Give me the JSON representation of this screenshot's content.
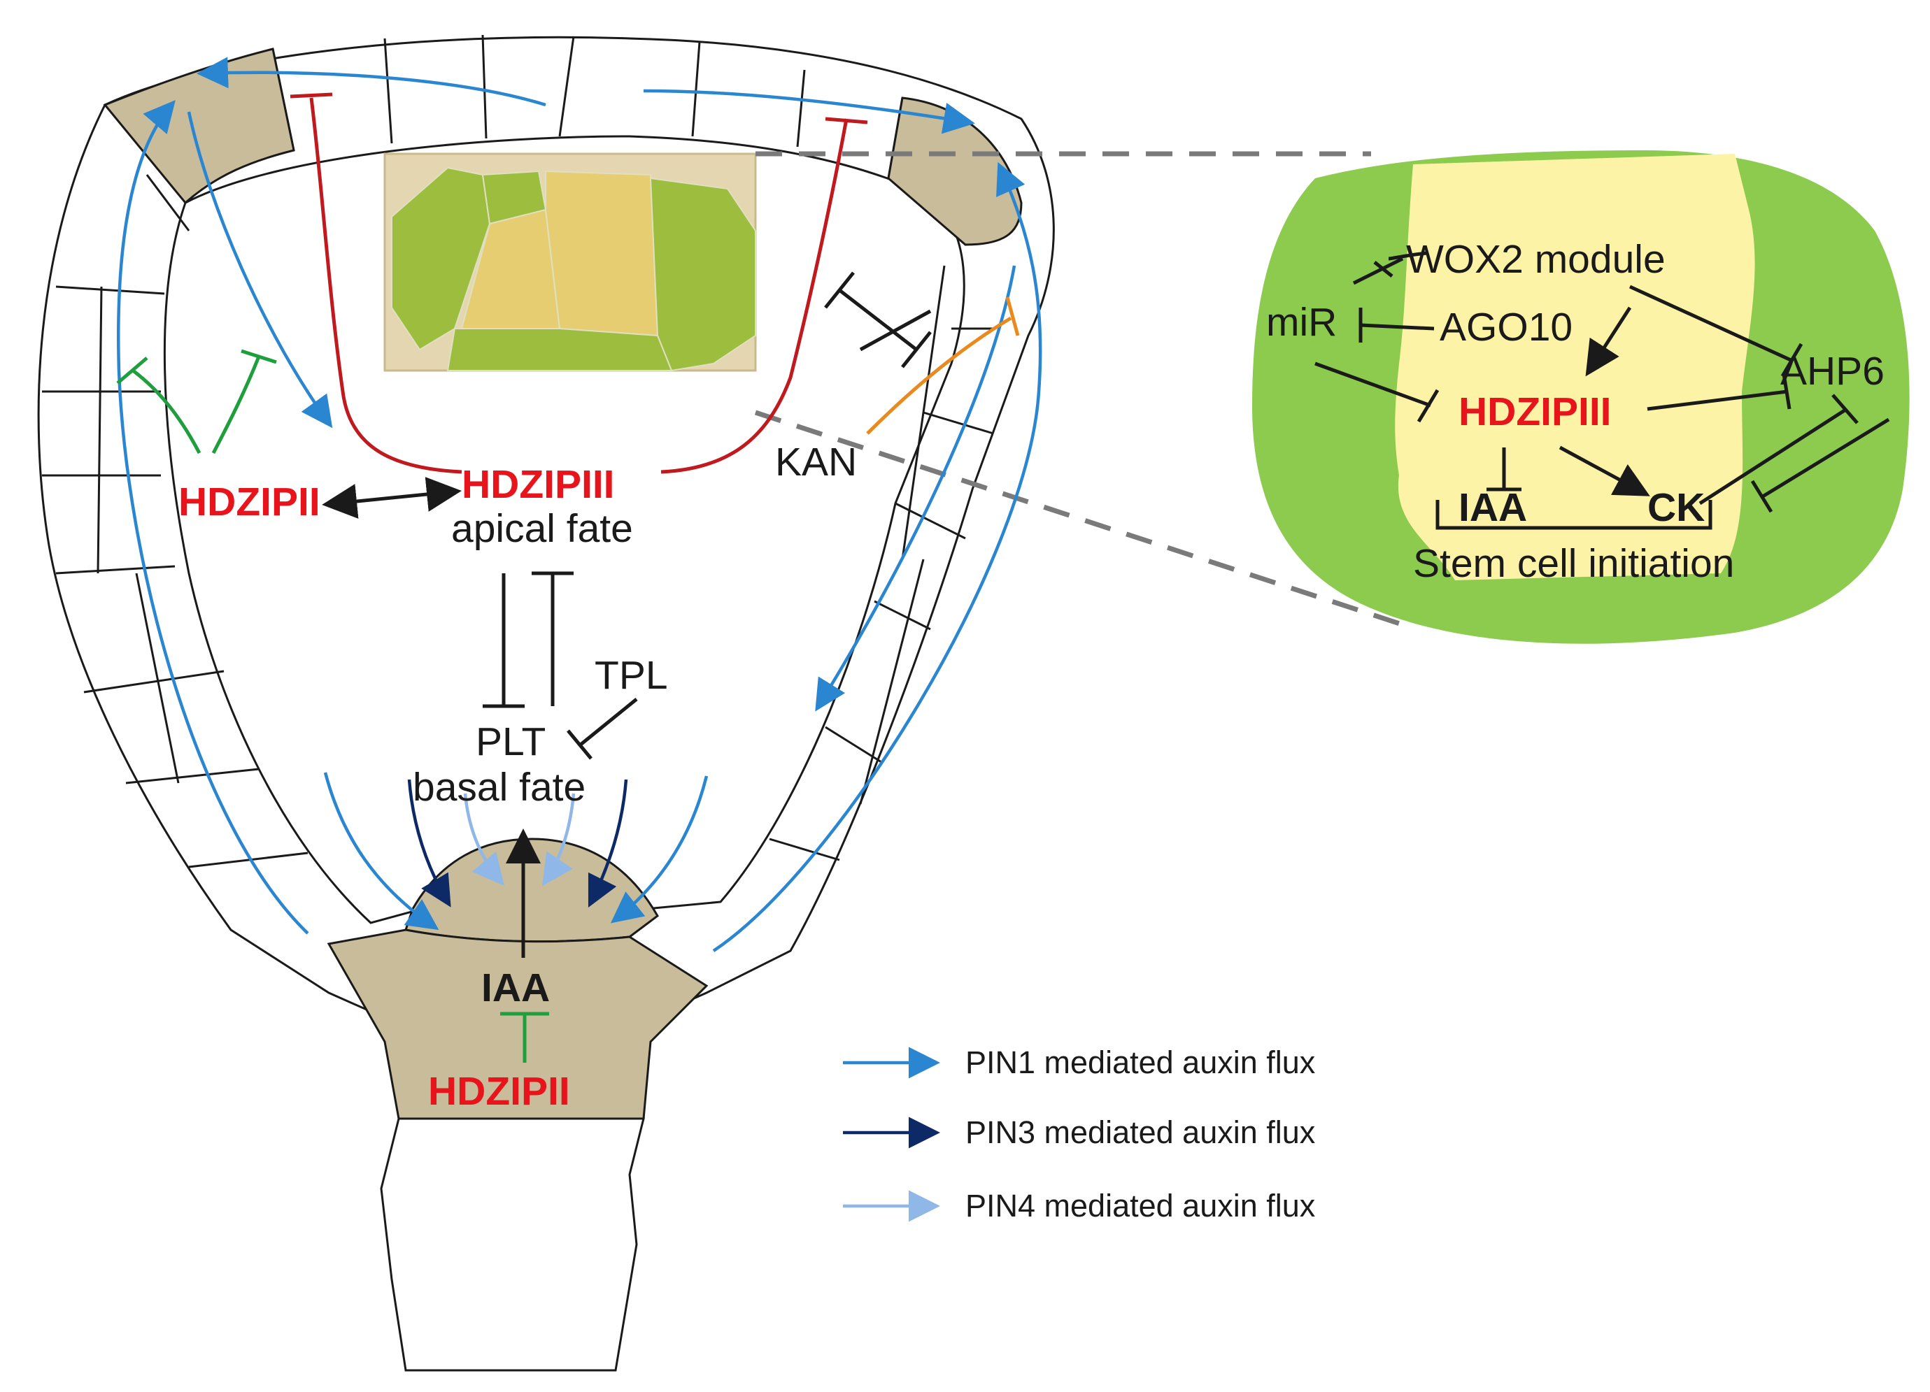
{
  "labels": {
    "hdzipii_left": "HDZIPII",
    "hdzipiii_center": "HDZIPIII",
    "apical_fate": "apical fate",
    "kan": "KAN",
    "tpl": "TPL",
    "plt": "PLT",
    "basal_fate": "basal fate",
    "iaa_bottom": "IAA",
    "hdzipii_bottom": "HDZIPII"
  },
  "inset": {
    "wox2_module": "WOX2 module",
    "mir": "miR",
    "ago10": "AGO10",
    "ahp6": "AHP6",
    "hdzipiii": "HDZIPIII",
    "iaa": "IAA",
    "ck": "CK",
    "stem_cell_initiation": "Stem cell initiation"
  },
  "legend": [
    {
      "label": "PIN1 mediated auxin flux",
      "color": "#2a86d0"
    },
    {
      "label": "PIN3 mediated auxin flux",
      "color": "#0e2a66"
    },
    {
      "label": "PIN4 mediated auxin flux",
      "color": "#8fb7e8"
    }
  ],
  "colors": {
    "red_label": "#e8141c",
    "inset_dark_green": "#8ccb4e",
    "inset_yellow": "#fdf3a6",
    "tan_cells": "#c8bc9a"
  }
}
